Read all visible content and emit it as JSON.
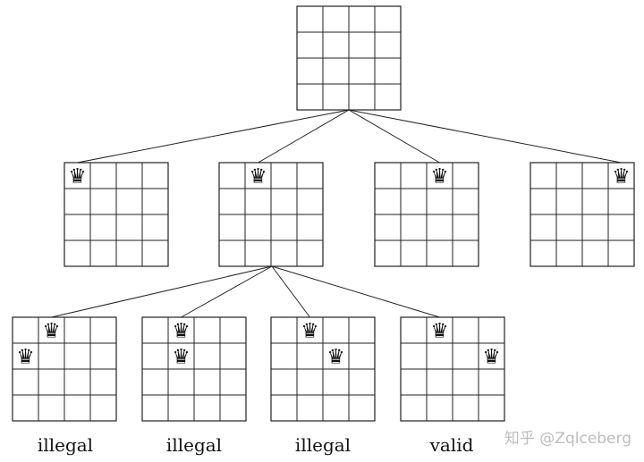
{
  "root": {
    "queens": []
  },
  "level1": [
    {
      "queens": [
        [
          0,
          0
        ]
      ]
    },
    {
      "queens": [
        [
          0,
          1
        ]
      ]
    },
    {
      "queens": [
        [
          0,
          2
        ]
      ]
    },
    {
      "queens": [
        [
          0,
          3
        ]
      ]
    }
  ],
  "level2": [
    {
      "queens": [
        [
          0,
          1
        ],
        [
          1,
          0
        ]
      ],
      "label": "illegal"
    },
    {
      "queens": [
        [
          0,
          1
        ],
        [
          1,
          1
        ]
      ],
      "label": "illegal"
    },
    {
      "queens": [
        [
          0,
          1
        ],
        [
          1,
          2
        ]
      ],
      "label": "illegal"
    },
    {
      "queens": [
        [
          0,
          1
        ],
        [
          1,
          3
        ]
      ],
      "label": "valid"
    }
  ],
  "expanded_level1_index": 1,
  "queen_symbol": "♛",
  "line_color": "#222222",
  "watermark": "知乎 @Zqlceberg"
}
